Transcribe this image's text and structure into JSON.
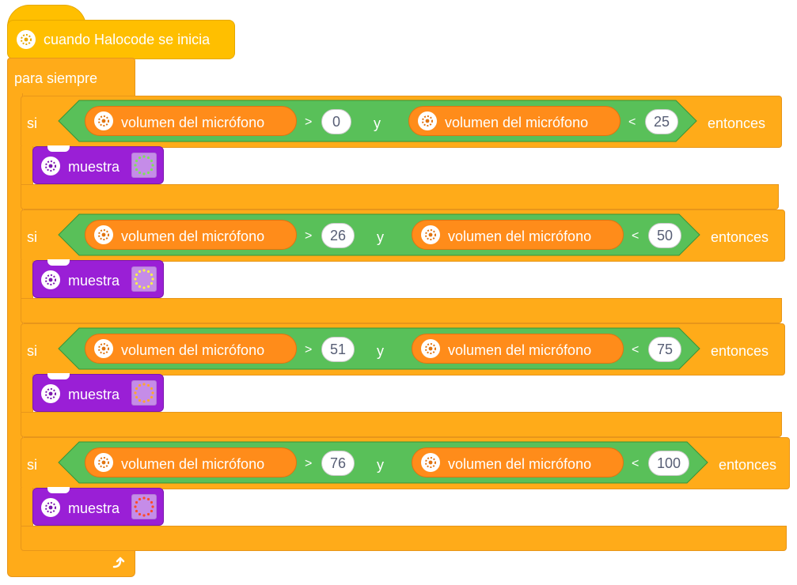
{
  "hat": {
    "label": "cuando Halocode se inicia",
    "icon": "halocode-icon"
  },
  "forever": {
    "label": "para siempre",
    "loop_icon": "loop-arrow-icon"
  },
  "if_blocks": [
    {
      "si": "si",
      "left_reporter": "volumen del micrófono",
      "op1": ">",
      "v1": "0",
      "and": "y",
      "right_reporter": "volumen del micrófono",
      "op2": "<",
      "v2": "25",
      "then": "entonces",
      "action": "muestra",
      "led_color": "#7fe05a"
    },
    {
      "si": "si",
      "left_reporter": "volumen del micrófono",
      "op1": ">",
      "v1": "26",
      "and": "y",
      "right_reporter": "volumen del micrófono",
      "op2": "<",
      "v2": "50",
      "then": "entonces",
      "action": "muestra",
      "led_color": "#f6f04a"
    },
    {
      "si": "si",
      "left_reporter": "volumen del micrófono",
      "op1": ">",
      "v1": "51",
      "and": "y",
      "right_reporter": "volumen del micrófono",
      "op2": "<",
      "v2": "75",
      "then": "entonces",
      "action": "muestra",
      "led_color": "#ffa531"
    },
    {
      "si": "si",
      "left_reporter": "volumen del micrófono",
      "op1": ">",
      "v1": "76",
      "and": "y",
      "right_reporter": "volumen del micrófono",
      "op2": "<",
      "v2": "100",
      "then": "entonces",
      "action": "muestra",
      "led_color": "#ff4a2a"
    }
  ]
}
